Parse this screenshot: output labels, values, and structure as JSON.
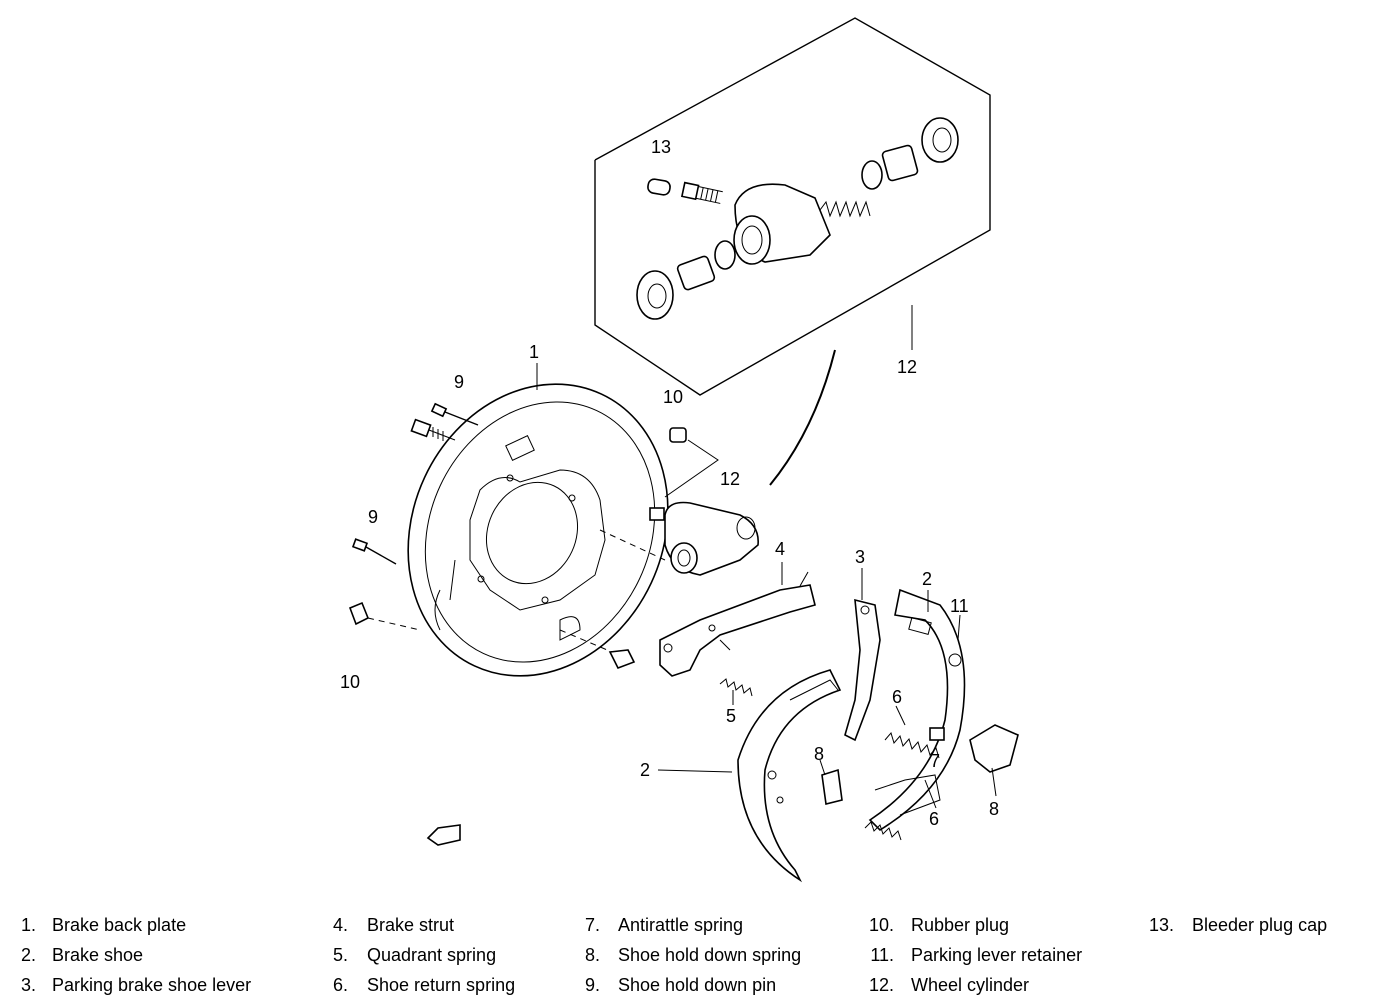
{
  "callouts": {
    "c1": "1",
    "c2a": "2",
    "c2b": "2",
    "c3": "3",
    "c4": "4",
    "c5": "5",
    "c6a": "6",
    "c6b": "6",
    "c7": "7",
    "c8a": "8",
    "c8b": "8",
    "c9a": "9",
    "c9b": "9",
    "c10a": "10",
    "c10b": "10",
    "c11": "11",
    "c12a": "12",
    "c12b": "12",
    "c13": "13"
  },
  "legend": [
    {
      "num": "1.",
      "label": "Brake back plate"
    },
    {
      "num": "2.",
      "label": "Brake shoe"
    },
    {
      "num": "3.",
      "label": "Parking brake shoe lever"
    },
    {
      "num": "4.",
      "label": "Brake strut"
    },
    {
      "num": "5.",
      "label": "Quadrant spring"
    },
    {
      "num": "6.",
      "label": "Shoe return spring"
    },
    {
      "num": "7.",
      "label": "Antirattle spring"
    },
    {
      "num": "8.",
      "label": "Shoe hold down spring"
    },
    {
      "num": "9.",
      "label": "Shoe hold down pin"
    },
    {
      "num": "10.",
      "label": "Rubber plug"
    },
    {
      "num": "11.",
      "label": "Parking lever retainer"
    },
    {
      "num": "12.",
      "label": "Wheel cylinder"
    },
    {
      "num": "13.",
      "label": "Bleeder plug cap"
    }
  ]
}
